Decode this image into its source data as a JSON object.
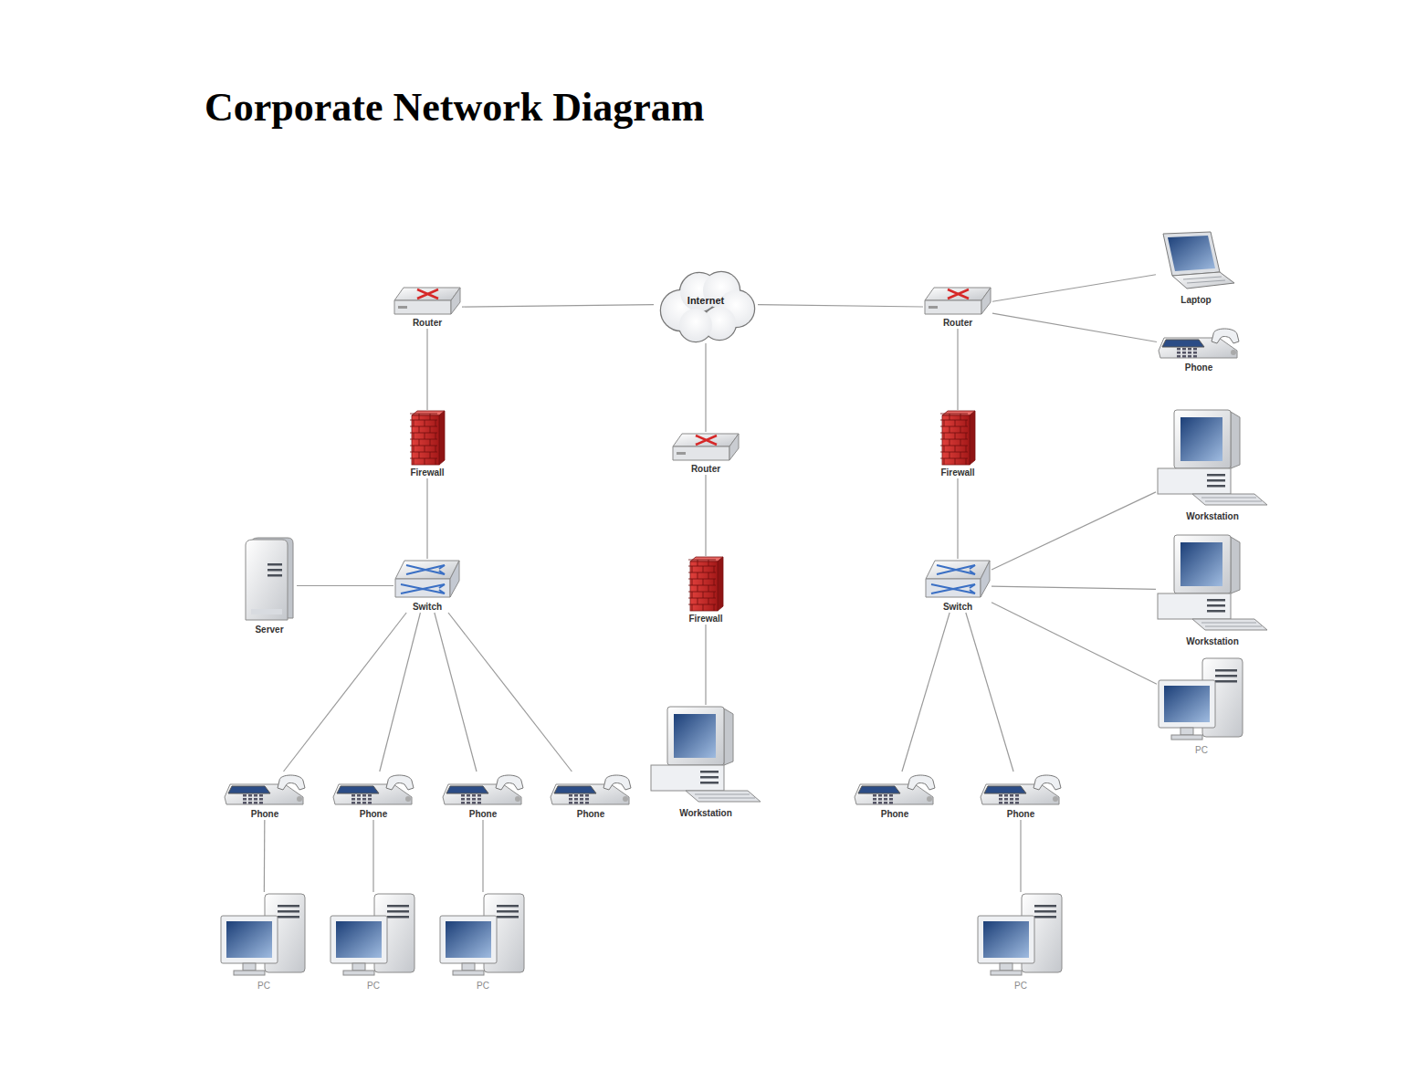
{
  "diagram": {
    "title": "Corporate Network Diagram",
    "nodes": [
      {
        "text": [
          "Router"
        ]
      },
      {
        "text": [
          "Internet"
        ]
      },
      {
        "text": [
          "Router"
        ]
      },
      {
        "text": [
          "Laptop"
        ]
      },
      {
        "text": [
          "Phone"
        ]
      },
      {
        "text": [
          "Firewall"
        ]
      },
      {
        "text": [
          "Router"
        ]
      },
      {
        "text": [
          "Firewall"
        ]
      },
      {
        "text": [
          "Workstation"
        ]
      },
      {
        "text": [
          "Server"
        ]
      },
      {
        "text": [
          "Switch"
        ]
      },
      {
        "text": [
          "Firewall"
        ]
      },
      {
        "text": [
          "Switch"
        ]
      },
      {
        "text": [
          "Workstation"
        ]
      },
      {
        "text": [
          "PC"
        ]
      },
      {
        "text": [
          "Workstation"
        ]
      },
      {
        "text": [
          "Phone"
        ]
      },
      {
        "text": [
          "Phone"
        ]
      },
      {
        "text": [
          "Phone"
        ]
      },
      {
        "text": [
          "Phone"
        ]
      },
      {
        "text": [
          "Phone"
        ]
      },
      {
        "text": [
          "Phone"
        ]
      },
      {
        "text": [
          "PC"
        ]
      },
      {
        "text": [
          "PC"
        ]
      },
      {
        "text": [
          "PC"
        ]
      },
      {
        "text": [
          "PC"
        ]
      }
    ],
    "edges": [
      {
        "from": 0,
        "to": 1,
        "arrow": "none"
      },
      {
        "from": 1,
        "to": 2,
        "arrow": "none"
      },
      {
        "from": 1,
        "to": 6,
        "arrow": "none"
      },
      {
        "from": 2,
        "to": 3,
        "arrow": "none"
      },
      {
        "from": 2,
        "to": 4,
        "arrow": "none"
      },
      {
        "from": 0,
        "to": 5,
        "arrow": "none"
      },
      {
        "from": 6,
        "to": 11,
        "arrow": "none"
      },
      {
        "from": 2,
        "to": 7,
        "arrow": "none"
      },
      {
        "from": 5,
        "to": 10,
        "arrow": "none"
      },
      {
        "from": 11,
        "to": 15,
        "arrow": "none"
      },
      {
        "from": 7,
        "to": 12,
        "arrow": "none"
      },
      {
        "from": 9,
        "to": 10,
        "arrow": "none"
      },
      {
        "from": 10,
        "to": 16,
        "arrow": "none"
      },
      {
        "from": 10,
        "to": 17,
        "arrow": "none"
      },
      {
        "from": 10,
        "to": 18,
        "arrow": "none"
      },
      {
        "from": 10,
        "to": 19,
        "arrow": "none"
      },
      {
        "from": 12,
        "to": 8,
        "arrow": "none"
      },
      {
        "from": 12,
        "to": 13,
        "arrow": "none"
      },
      {
        "from": 12,
        "to": 14,
        "arrow": "none"
      },
      {
        "from": 12,
        "to": 20,
        "arrow": "none"
      },
      {
        "from": 12,
        "to": 21,
        "arrow": "none"
      },
      {
        "from": 16,
        "to": 22,
        "arrow": "none"
      },
      {
        "from": 17,
        "to": 23,
        "arrow": "none"
      },
      {
        "from": 18,
        "to": 24,
        "arrow": "none"
      },
      {
        "from": 21,
        "to": 25,
        "arrow": "none"
      }
    ]
  }
}
